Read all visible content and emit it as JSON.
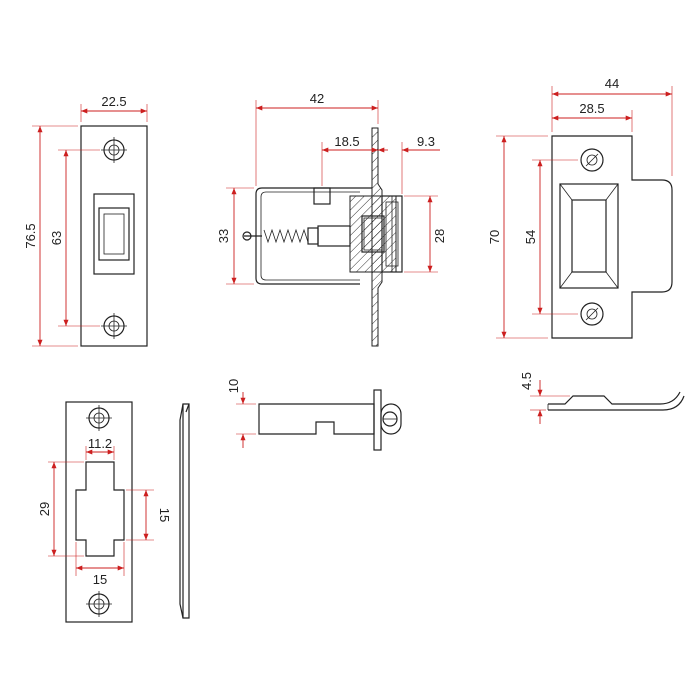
{
  "colors": {
    "dimension": "#cc1f1f",
    "line": "#222222",
    "background": "#ffffff"
  },
  "dimensions": {
    "latch_front_width": "22.5",
    "latch_front_height": "76.5",
    "latch_hole_spacing": "63",
    "body_depth": "42",
    "bolt_offset": "18.5",
    "flange_offset": "9.3",
    "body_height": "33",
    "roller_height": "28",
    "plate_width": "44",
    "plate_inner_width": "28.5",
    "plate_height": "70",
    "plate_hole_spacing": "54",
    "slot_width_top": "11.2",
    "slot_height": "29",
    "slot_middle": "15",
    "slot_width_bottom": "15",
    "body_thickness": "10",
    "plate_thickness": "4.5"
  }
}
